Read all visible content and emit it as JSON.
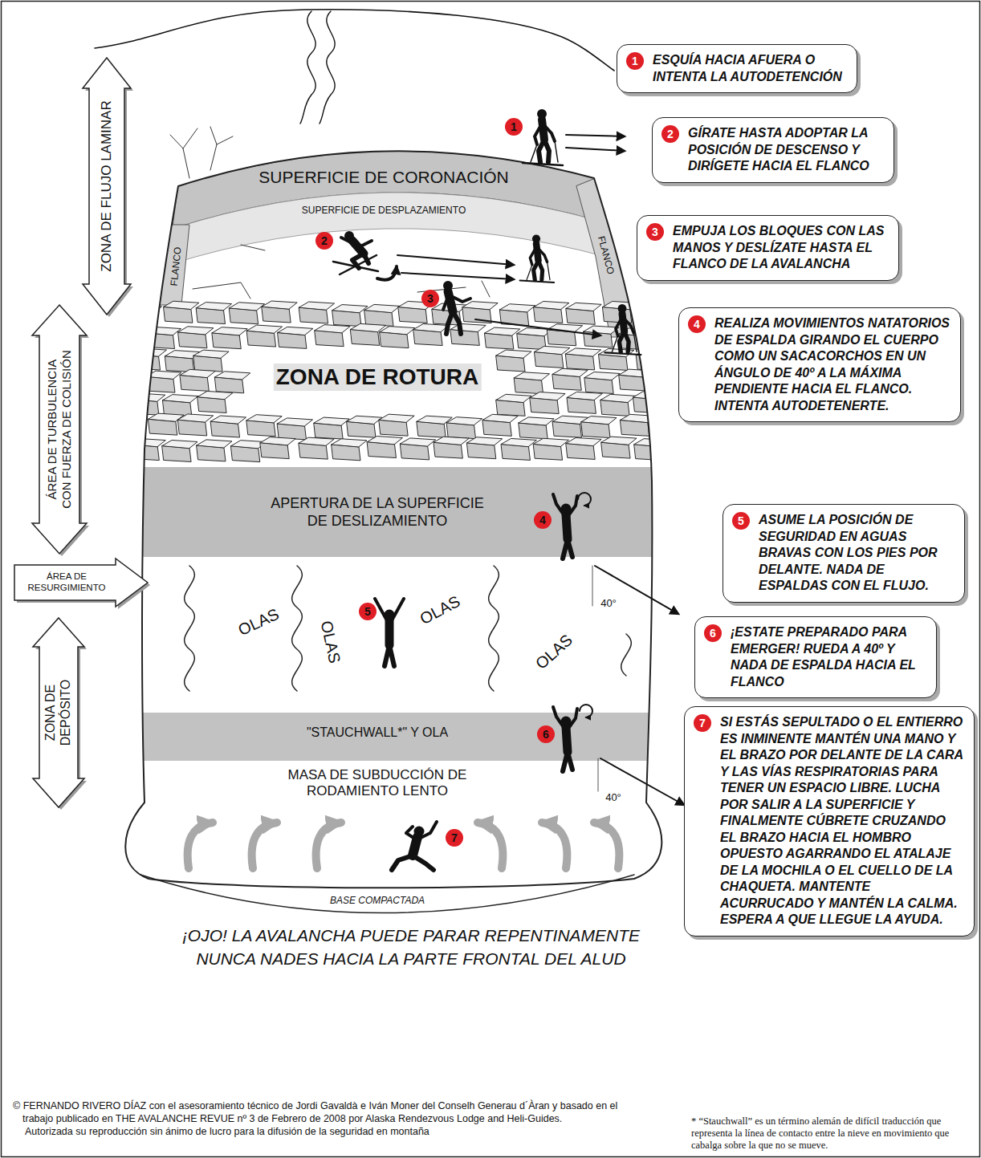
{
  "diagram": {
    "nodes": [
      {
        "text": [
          "1",
          "ESQUÍA HACIA AFUERA O INTENTA LA AUTODETENCIÓN"
        ]
      },
      {
        "text": [
          "2",
          "GÍRATE HASTA ADOPTAR LA POSICIÓN DE DESCENSO Y DIRÍGETE HACIA EL FLANCO"
        ]
      },
      {
        "text": [
          "3",
          "EMPUJA LOS BLOQUES CON LAS MANOS Y DESLÍZATE HASTA EL FLANCO DE LA AVALANCHA"
        ]
      },
      {
        "text": [
          "4",
          "REALIZA MOVIMIENTOS NATATORIOS DE ESPALDA GIRANDO EL CUERPO COMO UN SACACORCHOS EN UN ÁNGULO DE 40º A LA MÁXIMA PENDIENTE HACIA EL FLANCO. INTENTA AUTODETENERTE."
        ]
      },
      {
        "text": [
          "5",
          "ASUME LA POSICIÓN DE SEGURIDAD EN AGUAS BRAVAS CON LOS PIES POR DELANTE. NADA DE ESPALDAS CON EL FLUJO."
        ]
      },
      {
        "text": [
          "6",
          "¡ESTATE PREPARADO PARA EMERGER! RUEDA A 40º Y NADA DE ESPALDA HACIA EL FLANCO"
        ]
      },
      {
        "text": [
          "7",
          "SI ESTÁS SEPULTADO O EL ENTIERRO ES INMINENTE MANTÉN UNA MANO Y EL BRAZO POR DELANTE DE LA CARA Y LAS VÍAS RESPIRATORIAS PARA TENER UN ESPACIO LIBRE. LUCHA POR SALIR A LA SUPERFICIE Y FINALMENTE CÚBRETE CRUZANDO EL BRAZO HACIA EL HOMBRO OPUESTO AGARRANDO EL ATALAJE DE LA MOCHILA O EL CUELLO DE LA CHAQUETA. MANTENTE ACURRUCADO Y MANTÉN LA CALMA. ESPERA A QUE LLEGUE LA AYUDA."
        ]
      },
      {
        "text": [
          "ZONA DE FLUJO LAMINAR"
        ]
      },
      {
        "text": [
          "ÁREA DE TURBULENCIA CON FUERZA DE COLISIÓN"
        ]
      },
      {
        "text": [
          "ÁREA DE RESURGIMIENTO"
        ]
      },
      {
        "text": [
          "ZONA DE DEPÓSITO"
        ]
      }
    ],
    "labels": [
      "SUPERFICIE DE CORONACIÓN",
      "SUPERFICIE DE DESPLAZAMIENTO",
      "FLANCO",
      "FLANCO",
      "1",
      "2",
      "3",
      "ZONA DE ROTURA",
      "APERTURA DE LA SUPERFICIE DE DESLIZAMIENTO",
      "4",
      "40°",
      "OLAS",
      "OLAS",
      "OLAS",
      "OLAS",
      "5",
      "\"STAUCHWALL*\" Y OLA",
      "6",
      "40°",
      "MASA DE SUBDUCCIÓN DE RODAMIENTO LENTO",
      "7",
      "BASE COMPACTADA",
      "¡OJO! LA AVALANCHA PUEDE PARAR REPENTINAMENTE",
      "NUNCA NADES HACIA LA PARTE FRONTAL DEL ALUD",
      "© FERNANDO RIVERO DÍAZ con el asesoramiento técnico de Jordi Gavaldà e Iván Moner del Conselh Generau d´Àran y basado en el trabajo publicado en THE AVALANCHE REVUE nº 3 de Febrero de 2008 por Alaska Rendezvous Lodge and Heli-Guides.",
      "Autorizada su reproducción sin ánimo de lucro para la difusión de la seguridad en montaña",
      "* “Stauchwall” es un término alemán de difícil traducción que representa la línea de contacto entre la nieve en movimiento que cabalga sobre la que no se mueve."
    ]
  }
}
